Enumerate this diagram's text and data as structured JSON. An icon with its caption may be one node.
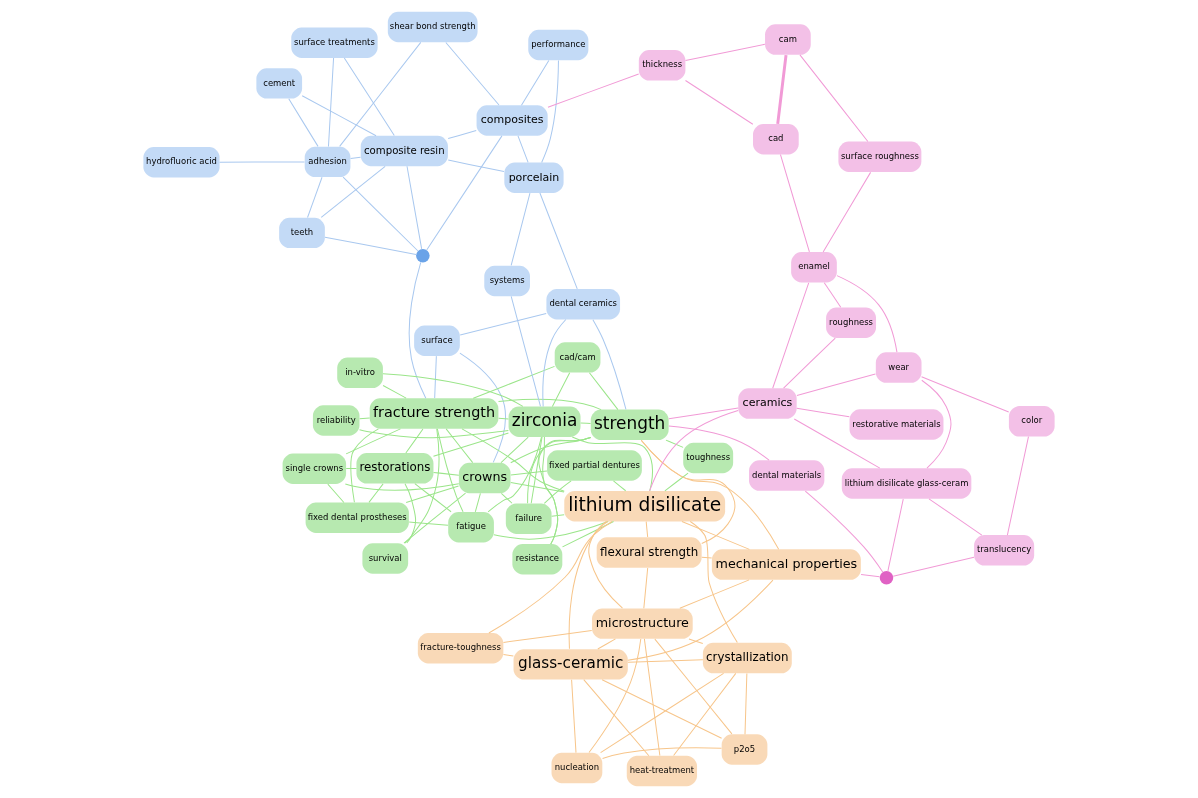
{
  "diagram": {
    "nodes": [
      {
        "text": [
          "fixed dental prostheses"
        ]
      },
      {
        "text": [
          "fixed partial dentures"
        ]
      },
      {
        "text": [
          "fatigue"
        ]
      },
      {
        "text": [
          "single crowns"
        ]
      },
      {
        "text": [
          "failure"
        ]
      },
      {
        "text": [
          "surface"
        ]
      },
      {
        "text": [
          "restorations"
        ]
      },
      {
        "text": [
          "survival"
        ]
      },
      {
        "text": [
          "resistance"
        ]
      },
      {
        "text": [
          "glass-ceramic"
        ]
      },
      {
        "text": [
          "reliability"
        ]
      },
      {
        "text": [
          "crowns"
        ]
      },
      {
        "text": [
          "lithium disilicate"
        ]
      },
      {
        "text": [],
        "shape": "circle"
      },
      {
        "text": [
          "fracture strength"
        ]
      },
      {
        "text": [
          "fracture-toughness"
        ]
      },
      {
        "text": [
          "heat-treatment"
        ]
      },
      {
        "text": [
          "in-vitro"
        ]
      },
      {
        "text": [
          "zirconia"
        ]
      },
      {
        "text": [
          "adhesion"
        ]
      },
      {
        "text": [
          "nucleation"
        ]
      },
      {
        "text": [
          "flexural strength"
        ]
      },
      {
        "text": [
          "cad/cam"
        ]
      },
      {
        "text": [
          "dental ceramics"
        ]
      },
      {
        "text": [
          "toughness"
        ]
      },
      {
        "text": [
          "surface treatments"
        ]
      },
      {
        "text": [
          "teeth"
        ]
      },
      {
        "text": [
          "strength"
        ]
      },
      {
        "text": [
          "systems"
        ]
      },
      {
        "text": [
          "crystallization"
        ]
      },
      {
        "text": [
          "performance"
        ]
      },
      {
        "text": [
          "p2o5"
        ]
      },
      {
        "text": [
          "hydrofluoric acid"
        ]
      },
      {
        "text": [
          "composite resin"
        ]
      },
      {
        "text": [
          "restorative materials"
        ]
      },
      {
        "text": [
          "dental materials"
        ]
      },
      {
        "text": [
          "microstructure"
        ]
      },
      {
        "text": [
          "porcelain"
        ]
      },
      {
        "text": [
          "cement"
        ]
      },
      {
        "text": [
          "mechanical properties"
        ]
      },
      {
        "text": [
          "composites"
        ]
      },
      {
        "text": [
          "ceramics"
        ]
      },
      {
        "text": [],
        "shape": "circle"
      },
      {
        "text": [
          "shear bond strength"
        ]
      },
      {
        "text": [
          "roughness"
        ]
      },
      {
        "text": [
          "lithium disilicate glass-ceram"
        ]
      },
      {
        "text": [
          "thickness"
        ]
      },
      {
        "text": [
          "translucency"
        ]
      },
      {
        "text": [
          "cad"
        ]
      },
      {
        "text": [
          "enamel"
        ]
      },
      {
        "text": [
          "wear"
        ]
      },
      {
        "text": [
          "color"
        ]
      },
      {
        "text": [
          "cam"
        ]
      },
      {
        "text": [
          "surface roughness"
        ]
      }
    ],
    "edges": [
      {
        "from": 0,
        "to": 3,
        "arrow": "none"
      },
      {
        "from": 0,
        "to": 6,
        "arrow": "none"
      },
      {
        "from": 0,
        "to": 2,
        "arrow": "none"
      },
      {
        "from": 0,
        "to": 14,
        "arrow": "none"
      },
      {
        "from": 0,
        "to": 11,
        "arrow": "none"
      },
      {
        "from": 3,
        "to": 6,
        "arrow": "none"
      },
      {
        "from": 3,
        "to": 14,
        "arrow": "none"
      },
      {
        "from": 3,
        "to": 11,
        "arrow": "none"
      },
      {
        "from": 2,
        "to": 11,
        "arrow": "none"
      },
      {
        "from": 2,
        "to": 18,
        "arrow": "none"
      },
      {
        "from": 2,
        "to": 12,
        "arrow": "none"
      },
      {
        "from": 2,
        "to": 14,
        "arrow": "none"
      },
      {
        "from": 2,
        "to": 6,
        "arrow": "none"
      },
      {
        "from": 1,
        "to": 11,
        "arrow": "none"
      },
      {
        "from": 1,
        "to": 4,
        "arrow": "none"
      },
      {
        "from": 1,
        "to": 12,
        "arrow": "none"
      },
      {
        "from": 4,
        "to": 11,
        "arrow": "none"
      },
      {
        "from": 4,
        "to": 18,
        "arrow": "none"
      },
      {
        "from": 4,
        "to": 12,
        "arrow": "none"
      },
      {
        "from": 4,
        "to": 27,
        "arrow": "none"
      },
      {
        "from": 6,
        "to": 14,
        "arrow": "none"
      },
      {
        "from": 6,
        "to": 11,
        "arrow": "none"
      },
      {
        "from": 6,
        "to": 7,
        "arrow": "none"
      },
      {
        "from": 6,
        "to": 18,
        "arrow": "none"
      },
      {
        "from": 7,
        "to": 14,
        "arrow": "none"
      },
      {
        "from": 7,
        "to": 11,
        "arrow": "none"
      },
      {
        "from": 8,
        "to": 12,
        "arrow": "none"
      },
      {
        "from": 8,
        "to": 18,
        "arrow": "none"
      },
      {
        "from": 8,
        "to": 27,
        "arrow": "none"
      },
      {
        "from": 10,
        "to": 14,
        "arrow": "none"
      },
      {
        "from": 10,
        "to": 18,
        "arrow": "none"
      },
      {
        "from": 11,
        "to": 14,
        "arrow": "none"
      },
      {
        "from": 11,
        "to": 18,
        "arrow": "none"
      },
      {
        "from": 11,
        "to": 12,
        "arrow": "none"
      },
      {
        "from": 11,
        "to": 27,
        "arrow": "none"
      },
      {
        "from": 14,
        "to": 18,
        "arrow": "none"
      },
      {
        "from": 14,
        "to": 12,
        "arrow": "none"
      },
      {
        "from": 14,
        "to": 27,
        "arrow": "none"
      },
      {
        "from": 14,
        "to": 22,
        "arrow": "none"
      },
      {
        "from": 17,
        "to": 18,
        "arrow": "none"
      },
      {
        "from": 17,
        "to": 14,
        "arrow": "none"
      },
      {
        "from": 18,
        "to": 12,
        "arrow": "none"
      },
      {
        "from": 18,
        "to": 27,
        "arrow": "none"
      },
      {
        "from": 18,
        "to": 22,
        "arrow": "none"
      },
      {
        "from": 22,
        "to": 27,
        "arrow": "none"
      },
      {
        "from": 24,
        "to": 27,
        "arrow": "none"
      },
      {
        "from": 24,
        "to": 12,
        "arrow": "none"
      },
      {
        "from": 12,
        "to": 9,
        "arrow": "none",
        "color": "#f7c58a"
      },
      {
        "from": 12,
        "to": 21,
        "arrow": "none",
        "color": "#f7c58a"
      },
      {
        "from": 12,
        "to": 15,
        "arrow": "none",
        "color": "#f7c58a"
      },
      {
        "from": 12,
        "to": 36,
        "arrow": "none",
        "color": "#f7c58a"
      },
      {
        "from": 12,
        "to": 39,
        "arrow": "none",
        "color": "#f7c58a"
      },
      {
        "from": 12,
        "to": 29,
        "arrow": "none",
        "color": "#f7c58a"
      },
      {
        "from": 9,
        "to": 15,
        "arrow": "none",
        "color": "#f7c58a"
      },
      {
        "from": 9,
        "to": 36,
        "arrow": "none",
        "color": "#f7c58a"
      },
      {
        "from": 9,
        "to": 29,
        "arrow": "none",
        "color": "#f7c58a"
      },
      {
        "from": 9,
        "to": 39,
        "arrow": "none",
        "color": "#f7c58a"
      },
      {
        "from": 9,
        "to": 16,
        "arrow": "none",
        "color": "#f7c58a"
      },
      {
        "from": 9,
        "to": 20,
        "arrow": "none",
        "color": "#f7c58a"
      },
      {
        "from": 9,
        "to": 31,
        "arrow": "none",
        "color": "#f7c58a"
      },
      {
        "from": 15,
        "to": 36,
        "arrow": "none",
        "color": "#f7c58a"
      },
      {
        "from": 16,
        "to": 29,
        "arrow": "none",
        "color": "#f7c58a"
      },
      {
        "from": 16,
        "to": 36,
        "arrow": "none",
        "color": "#f7c58a"
      },
      {
        "from": 20,
        "to": 29,
        "arrow": "none",
        "color": "#f7c58a"
      },
      {
        "from": 20,
        "to": 31,
        "arrow": "none",
        "color": "#f7c58a"
      },
      {
        "from": 20,
        "to": 36,
        "arrow": "none",
        "color": "#f7c58a"
      },
      {
        "from": 29,
        "to": 36,
        "arrow": "none",
        "color": "#f7c58a"
      },
      {
        "from": 29,
        "to": 31,
        "arrow": "none",
        "color": "#f7c58a"
      },
      {
        "from": 36,
        "to": 31,
        "arrow": "none",
        "color": "#f7c58a"
      },
      {
        "from": 36,
        "to": 39,
        "arrow": "none",
        "color": "#f7c58a"
      },
      {
        "from": 21,
        "to": 39,
        "arrow": "none",
        "color": "#f7c58a"
      },
      {
        "from": 21,
        "to": 36,
        "arrow": "none",
        "color": "#f7c58a"
      },
      {
        "from": 21,
        "to": 27,
        "arrow": "none",
        "color": "#f7c58a"
      },
      {
        "from": 39,
        "to": 27,
        "arrow": "none",
        "color": "#f7c58a"
      },
      {
        "from": 5,
        "to": 23,
        "arrow": "none",
        "color": "#a9c8ef"
      },
      {
        "from": 5,
        "to": 11,
        "arrow": "none",
        "color": "#a9c8ef"
      },
      {
        "from": 5,
        "to": 14,
        "arrow": "none",
        "color": "#a9c8ef"
      },
      {
        "from": 13,
        "to": 19,
        "arrow": "none",
        "color": "#a9c8ef"
      },
      {
        "from": 13,
        "to": 33,
        "arrow": "none",
        "color": "#a9c8ef"
      },
      {
        "from": 13,
        "to": 40,
        "arrow": "none",
        "color": "#a9c8ef"
      },
      {
        "from": 13,
        "to": 26,
        "arrow": "none",
        "color": "#a9c8ef"
      },
      {
        "from": 13,
        "to": 14,
        "arrow": "none",
        "color": "#a9c8ef"
      },
      {
        "from": 19,
        "to": 26,
        "arrow": "none",
        "color": "#a9c8ef"
      },
      {
        "from": 19,
        "to": 25,
        "arrow": "none",
        "color": "#a9c8ef"
      },
      {
        "from": 19,
        "to": 33,
        "arrow": "none",
        "color": "#a9c8ef"
      },
      {
        "from": 19,
        "to": 32,
        "arrow": "none",
        "color": "#a9c8ef"
      },
      {
        "from": 19,
        "to": 38,
        "arrow": "none",
        "color": "#a9c8ef"
      },
      {
        "from": 19,
        "to": 43,
        "arrow": "none",
        "color": "#a9c8ef"
      },
      {
        "from": 26,
        "to": 33,
        "arrow": "none",
        "color": "#a9c8ef"
      },
      {
        "from": 25,
        "to": 33,
        "arrow": "none",
        "color": "#a9c8ef"
      },
      {
        "from": 33,
        "to": 40,
        "arrow": "none",
        "color": "#a9c8ef"
      },
      {
        "from": 33,
        "to": 37,
        "arrow": "none",
        "color": "#a9c8ef"
      },
      {
        "from": 38,
        "to": 33,
        "arrow": "none",
        "color": "#a9c8ef"
      },
      {
        "from": 37,
        "to": 40,
        "arrow": "none",
        "color": "#a9c8ef"
      },
      {
        "from": 37,
        "to": 28,
        "arrow": "none",
        "color": "#a9c8ef"
      },
      {
        "from": 37,
        "to": 23,
        "arrow": "none",
        "color": "#a9c8ef"
      },
      {
        "from": 40,
        "to": 43,
        "arrow": "none",
        "color": "#a9c8ef"
      },
      {
        "from": 40,
        "to": 30,
        "arrow": "none",
        "color": "#a9c8ef"
      },
      {
        "from": 30,
        "to": 37,
        "arrow": "none",
        "color": "#a9c8ef"
      },
      {
        "from": 28,
        "to": 18,
        "arrow": "none",
        "color": "#a9c8ef"
      },
      {
        "from": 23,
        "to": 18,
        "arrow": "none",
        "color": "#a9c8ef"
      },
      {
        "from": 23,
        "to": 27,
        "arrow": "none",
        "color": "#a9c8ef"
      },
      {
        "from": 41,
        "to": 27,
        "arrow": "none",
        "color": "#f19ad6"
      },
      {
        "from": 41,
        "to": 12,
        "arrow": "none",
        "color": "#f19ad6"
      },
      {
        "from": 41,
        "to": 44,
        "arrow": "none",
        "color": "#f19ad6"
      },
      {
        "from": 41,
        "to": 49,
        "arrow": "none",
        "color": "#f19ad6"
      },
      {
        "from": 41,
        "to": 50,
        "arrow": "none",
        "color": "#f19ad6"
      },
      {
        "from": 41,
        "to": 34,
        "arrow": "none",
        "color": "#f19ad6"
      },
      {
        "from": 41,
        "to": 45,
        "arrow": "none",
        "color": "#f19ad6"
      },
      {
        "from": 42,
        "to": 39,
        "arrow": "none",
        "color": "#f19ad6"
      },
      {
        "from": 42,
        "to": 35,
        "arrow": "none",
        "color": "#f19ad6"
      },
      {
        "from": 42,
        "to": 47,
        "arrow": "none",
        "color": "#f19ad6"
      },
      {
        "from": 42,
        "to": 45,
        "arrow": "none",
        "color": "#f19ad6"
      },
      {
        "from": 45,
        "to": 47,
        "arrow": "none",
        "color": "#f19ad6"
      },
      {
        "from": 45,
        "to": 50,
        "arrow": "none",
        "color": "#f19ad6"
      },
      {
        "from": 47,
        "to": 51,
        "arrow": "none",
        "color": "#f19ad6"
      },
      {
        "from": 50,
        "to": 49,
        "arrow": "none",
        "color": "#f19ad6"
      },
      {
        "from": 50,
        "to": 51,
        "arrow": "none",
        "color": "#f19ad6"
      },
      {
        "from": 49,
        "to": 48,
        "arrow": "none",
        "color": "#f19ad6"
      },
      {
        "from": 49,
        "to": 53,
        "arrow": "none",
        "color": "#f19ad6"
      },
      {
        "from": 44,
        "to": 49,
        "arrow": "none",
        "color": "#f19ad6"
      },
      {
        "from": 48,
        "to": 52,
        "arrow": "none",
        "color": "#f19ad6",
        "style": "thick"
      },
      {
        "from": 48,
        "to": 46,
        "arrow": "none",
        "color": "#f19ad6"
      },
      {
        "from": 46,
        "to": 40,
        "arrow": "none",
        "color": "#f19ad6"
      },
      {
        "from": 46,
        "to": 52,
        "arrow": "none",
        "color": "#f19ad6"
      },
      {
        "from": 52,
        "to": 53,
        "arrow": "none",
        "color": "#f19ad6"
      },
      {
        "from": 35,
        "to": 27,
        "arrow": "none",
        "color": "#f19ad6"
      }
    ]
  }
}
